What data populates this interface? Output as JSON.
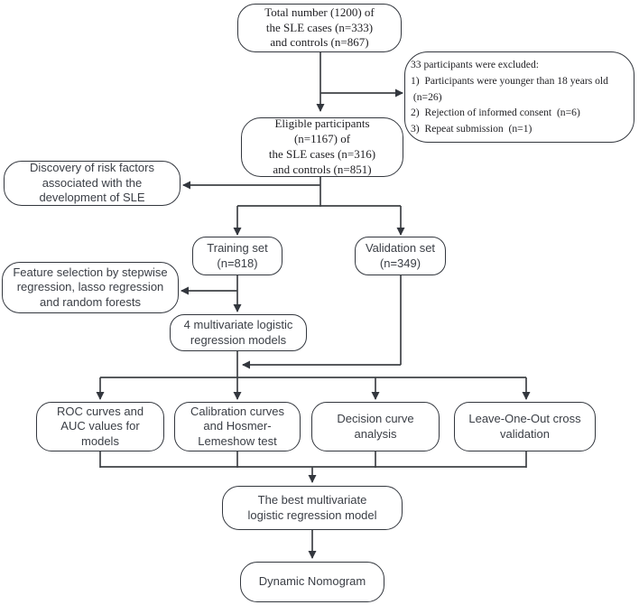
{
  "diagram": {
    "title": "SLE study participant flowchart",
    "colors": {
      "background": "#ffffff",
      "node_fill": "#ffffff",
      "node_border": "#33373e",
      "connector": "#3f4246",
      "text_serif": "#1f1f23",
      "text_sans": "#3a3e45"
    },
    "nodes": {
      "total": {
        "text": "Total number (1200) of\nthe SLE cases (n=333)\nand controls (n=867)"
      },
      "excluded": {
        "text": "33 participants were excluded:\n1)  Participants were younger than 18 years old\n (n=26)\n2)  Rejection of informed consent  (n=6)\n3)  Repeat submission  (n=1)"
      },
      "eligible": {
        "text": "Eligible participants\n(n=1167) of\nthe SLE cases (n=316)\nand controls (n=851)"
      },
      "discovery": {
        "text": "Discovery of risk factors\nassociated with the\ndevelopment of SLE"
      },
      "training": {
        "text": "Training set\n(n=818)"
      },
      "validation": {
        "text": "Validation set\n(n=349)"
      },
      "feature": {
        "text": "Feature selection by stepwise\nregression, lasso regression\nand random forests"
      },
      "models4": {
        "text": "4 multivariate logistic\nregression models"
      },
      "roc": {
        "text": "ROC curves and\nAUC values for\nmodels"
      },
      "calibration": {
        "text": "Calibration curves\nand Hosmer-\nLemeshow test"
      },
      "decision": {
        "text": "Decision curve\nanalysis"
      },
      "loo": {
        "text": "Leave-One-Out cross\nvalidation"
      },
      "best": {
        "text": "The best multivariate\nlogistic regression model"
      },
      "nomogram": {
        "text": "Dynamic Nomogram"
      }
    },
    "edges": [
      {
        "from": "total",
        "to": "eligible"
      },
      {
        "from": "total",
        "to": "excluded"
      },
      {
        "from": "eligible",
        "to": "discovery"
      },
      {
        "from": "eligible",
        "to": "training"
      },
      {
        "from": "eligible",
        "to": "validation"
      },
      {
        "from": "training",
        "to": "feature"
      },
      {
        "from": "training",
        "to": "models4"
      },
      {
        "from": "validation",
        "to": "evaluation-row"
      },
      {
        "from": "models4",
        "to": "roc"
      },
      {
        "from": "models4",
        "to": "calibration"
      },
      {
        "from": "models4",
        "to": "decision"
      },
      {
        "from": "models4",
        "to": "loo"
      },
      {
        "from": "roc",
        "to": "best"
      },
      {
        "from": "calibration",
        "to": "best"
      },
      {
        "from": "decision",
        "to": "best"
      },
      {
        "from": "loo",
        "to": "best"
      },
      {
        "from": "best",
        "to": "nomogram"
      }
    ]
  }
}
